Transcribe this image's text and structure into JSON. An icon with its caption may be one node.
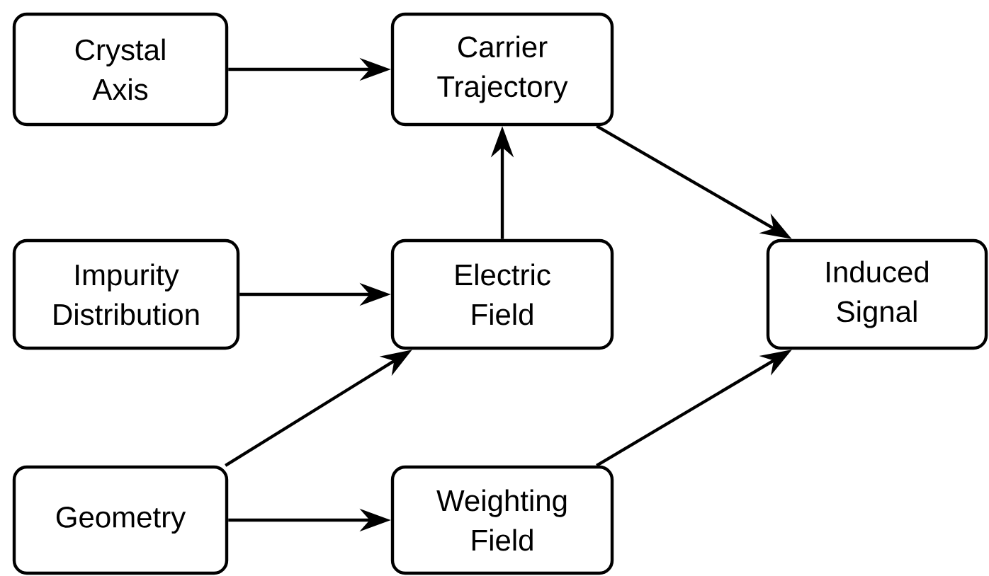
{
  "diagram": {
    "nodes": [
      {
        "text": [
          "Crystal Axis"
        ]
      },
      {
        "text": [
          "Carrier Trajectory"
        ]
      },
      {
        "text": [
          "Impurity Distribution"
        ]
      },
      {
        "text": [
          "Electric Field"
        ]
      },
      {
        "text": [
          "Induced Signal"
        ]
      },
      {
        "text": [
          "Geometry"
        ]
      },
      {
        "text": [
          "Weighting Field"
        ]
      }
    ],
    "edges": [
      {
        "from": 0,
        "to": 1,
        "arrow": "to"
      },
      {
        "from": 3,
        "to": 1,
        "arrow": "to"
      },
      {
        "from": 1,
        "to": 4,
        "arrow": "to"
      },
      {
        "from": 2,
        "to": 3,
        "arrow": "to"
      },
      {
        "from": 5,
        "to": 3,
        "arrow": "to"
      },
      {
        "from": 5,
        "to": 6,
        "arrow": "to"
      },
      {
        "from": 6,
        "to": 4,
        "arrow": "to"
      }
    ]
  }
}
